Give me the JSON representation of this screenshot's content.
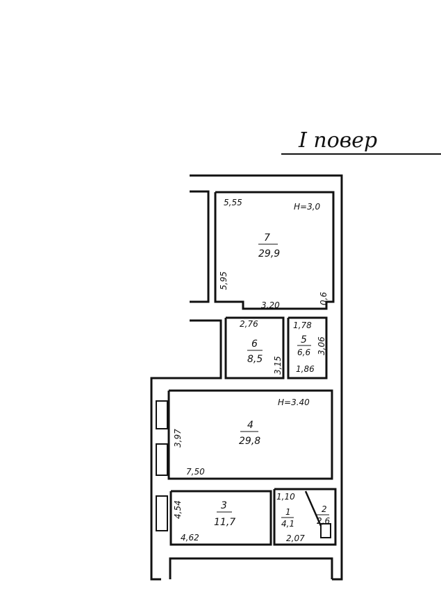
{
  "title": "І повер",
  "rooms": [
    {
      "number": "7",
      "area": "29,9",
      "dims": [
        "5,55",
        "5,95",
        "3,20",
        "0,6"
      ],
      "height": "H=3,0"
    },
    {
      "number": "6",
      "area": "8,5",
      "dims": [
        "2,76",
        "3,15"
      ]
    },
    {
      "number": "5",
      "area": "6,6",
      "dims": [
        "1,78",
        "1,86",
        "3,06"
      ]
    },
    {
      "number": "4",
      "area": "29,8",
      "dims": [
        "3,97",
        "7,50"
      ],
      "height": "H=3.40"
    },
    {
      "number": "3",
      "area": "11,7",
      "dims": [
        "4,54",
        "4,62"
      ]
    },
    {
      "number": "1",
      "area": "4,1",
      "dims": [
        "1,10",
        "2,07"
      ]
    },
    {
      "number": "2",
      "area": "2,6",
      "dims": []
    }
  ]
}
